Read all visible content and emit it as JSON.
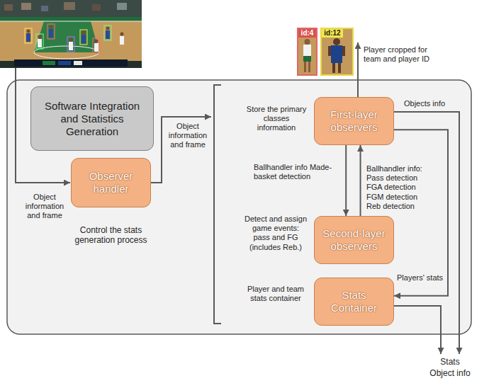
{
  "diagram": {
    "nodes": [
      {
        "text": [
          "Software Integration and Statistics Generation"
        ]
      },
      {
        "text": [
          "Observer handler"
        ]
      },
      {
        "text": [
          "First-layer observers"
        ]
      },
      {
        "text": [
          "Second-layer observers"
        ]
      },
      {
        "text": [
          "Stats Container"
        ]
      }
    ],
    "edges": [
      {
        "from": 2,
        "to": 3,
        "label": "Ballhandler info Made-basket detection",
        "arrow": "to"
      },
      {
        "from": 3,
        "to": 2,
        "label": "Ballhandler info: Pass detection FGA detection FGM detection Reb detection",
        "arrow": "to"
      },
      {
        "from": 2,
        "to": 4,
        "label": "Players' stats",
        "arrow": "to"
      }
    ],
    "labels": [
      "id:4",
      "id:12",
      "Player cropped for team and player ID",
      "Objects info",
      "Store the primary classes information",
      "Object information and frame",
      "Object information and frame",
      "Control the stats generation process",
      "Detect and assign game events: pass and FG (includes Reb.)",
      "Player and team stats container",
      "Stats",
      "Object info"
    ]
  }
}
